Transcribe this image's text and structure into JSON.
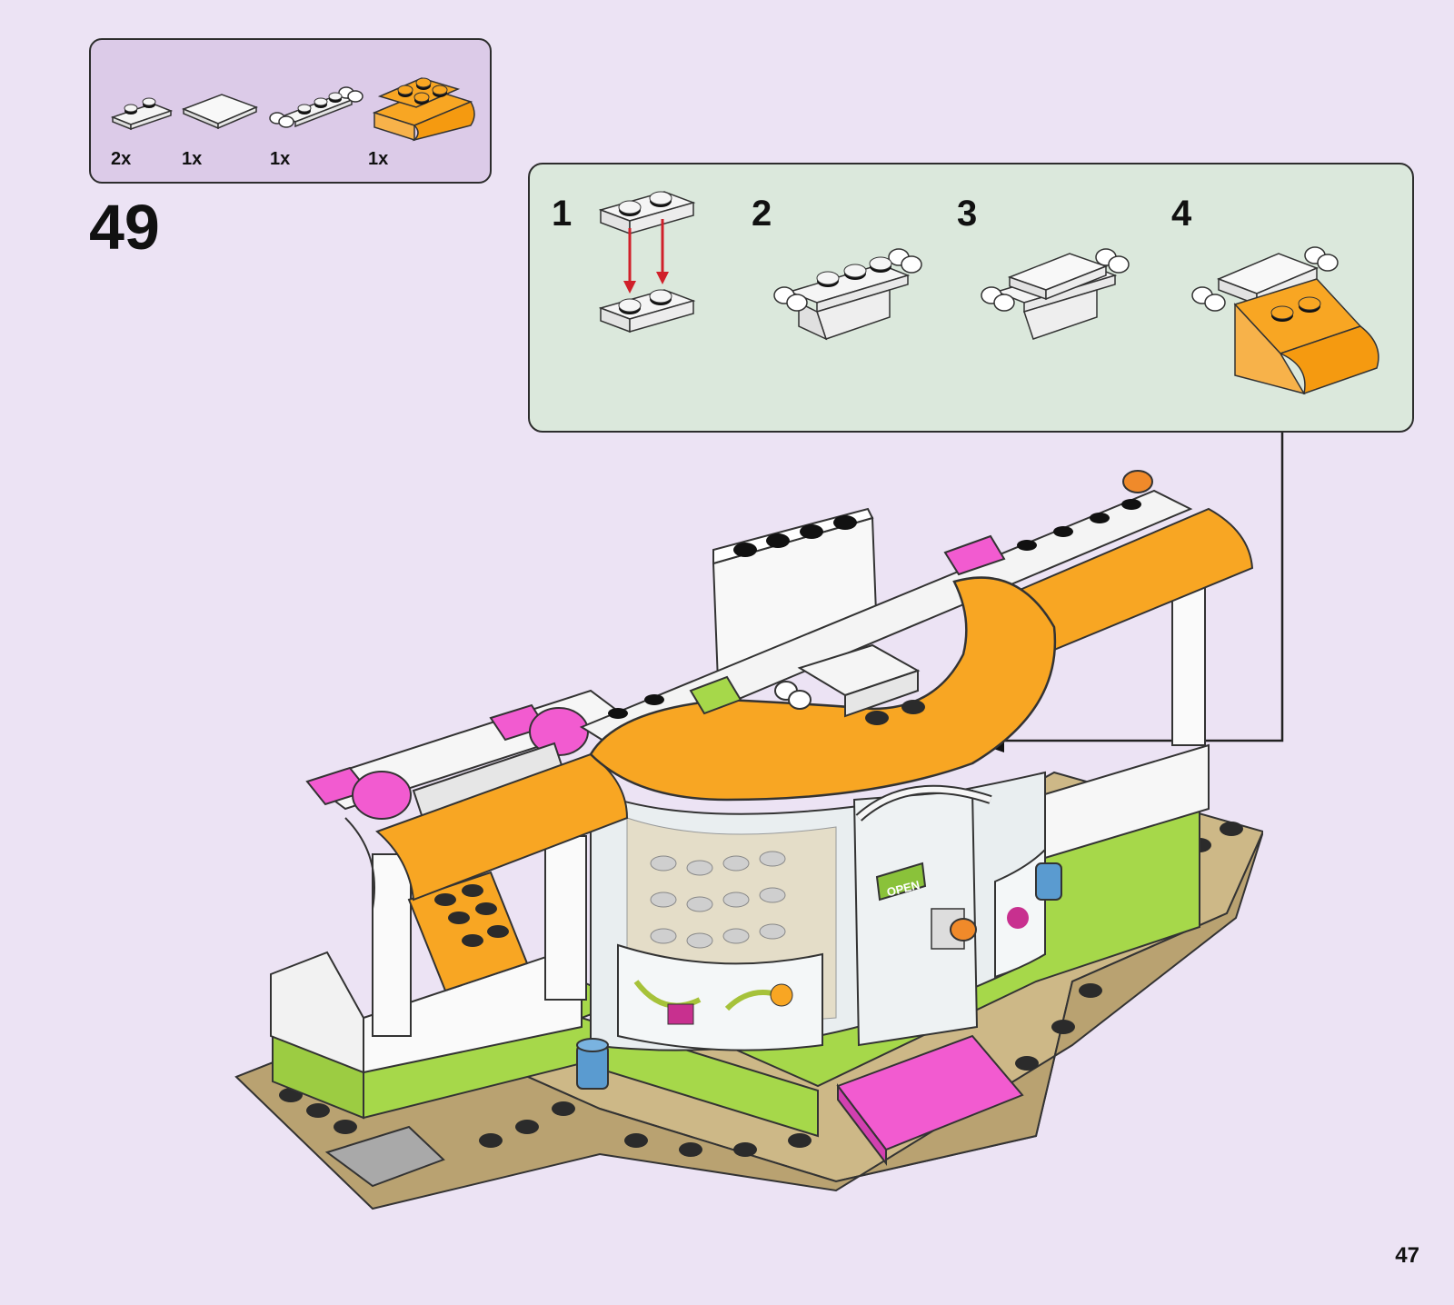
{
  "parts_list": {
    "items": [
      {
        "qty": "2x",
        "icon": "plate-1x2-white"
      },
      {
        "qty": "1x",
        "icon": "tile-2x2-white"
      },
      {
        "qty": "1x",
        "icon": "plate-1x2-clips-white"
      },
      {
        "qty": "1x",
        "icon": "slope-curved-2x3-orange"
      }
    ]
  },
  "step": {
    "number": "49"
  },
  "substeps": [
    {
      "number": "1",
      "icon": "stack-plates-arrows"
    },
    {
      "number": "2",
      "icon": "clip-plate-assembly"
    },
    {
      "number": "3",
      "icon": "tile-on-clip-plate"
    },
    {
      "number": "4",
      "icon": "tile-on-orange-curved-slope"
    }
  ],
  "colors": {
    "background": "#ece3f4",
    "parts_box": "#dccbe8",
    "substep_box": "#dbe8dc",
    "orange": "#f8a623",
    "lime": "#a6d84a",
    "tan": "#cdb887",
    "magenta": "#f25bd0",
    "arrow_red": "#d0202a"
  },
  "page": {
    "number": "47"
  }
}
